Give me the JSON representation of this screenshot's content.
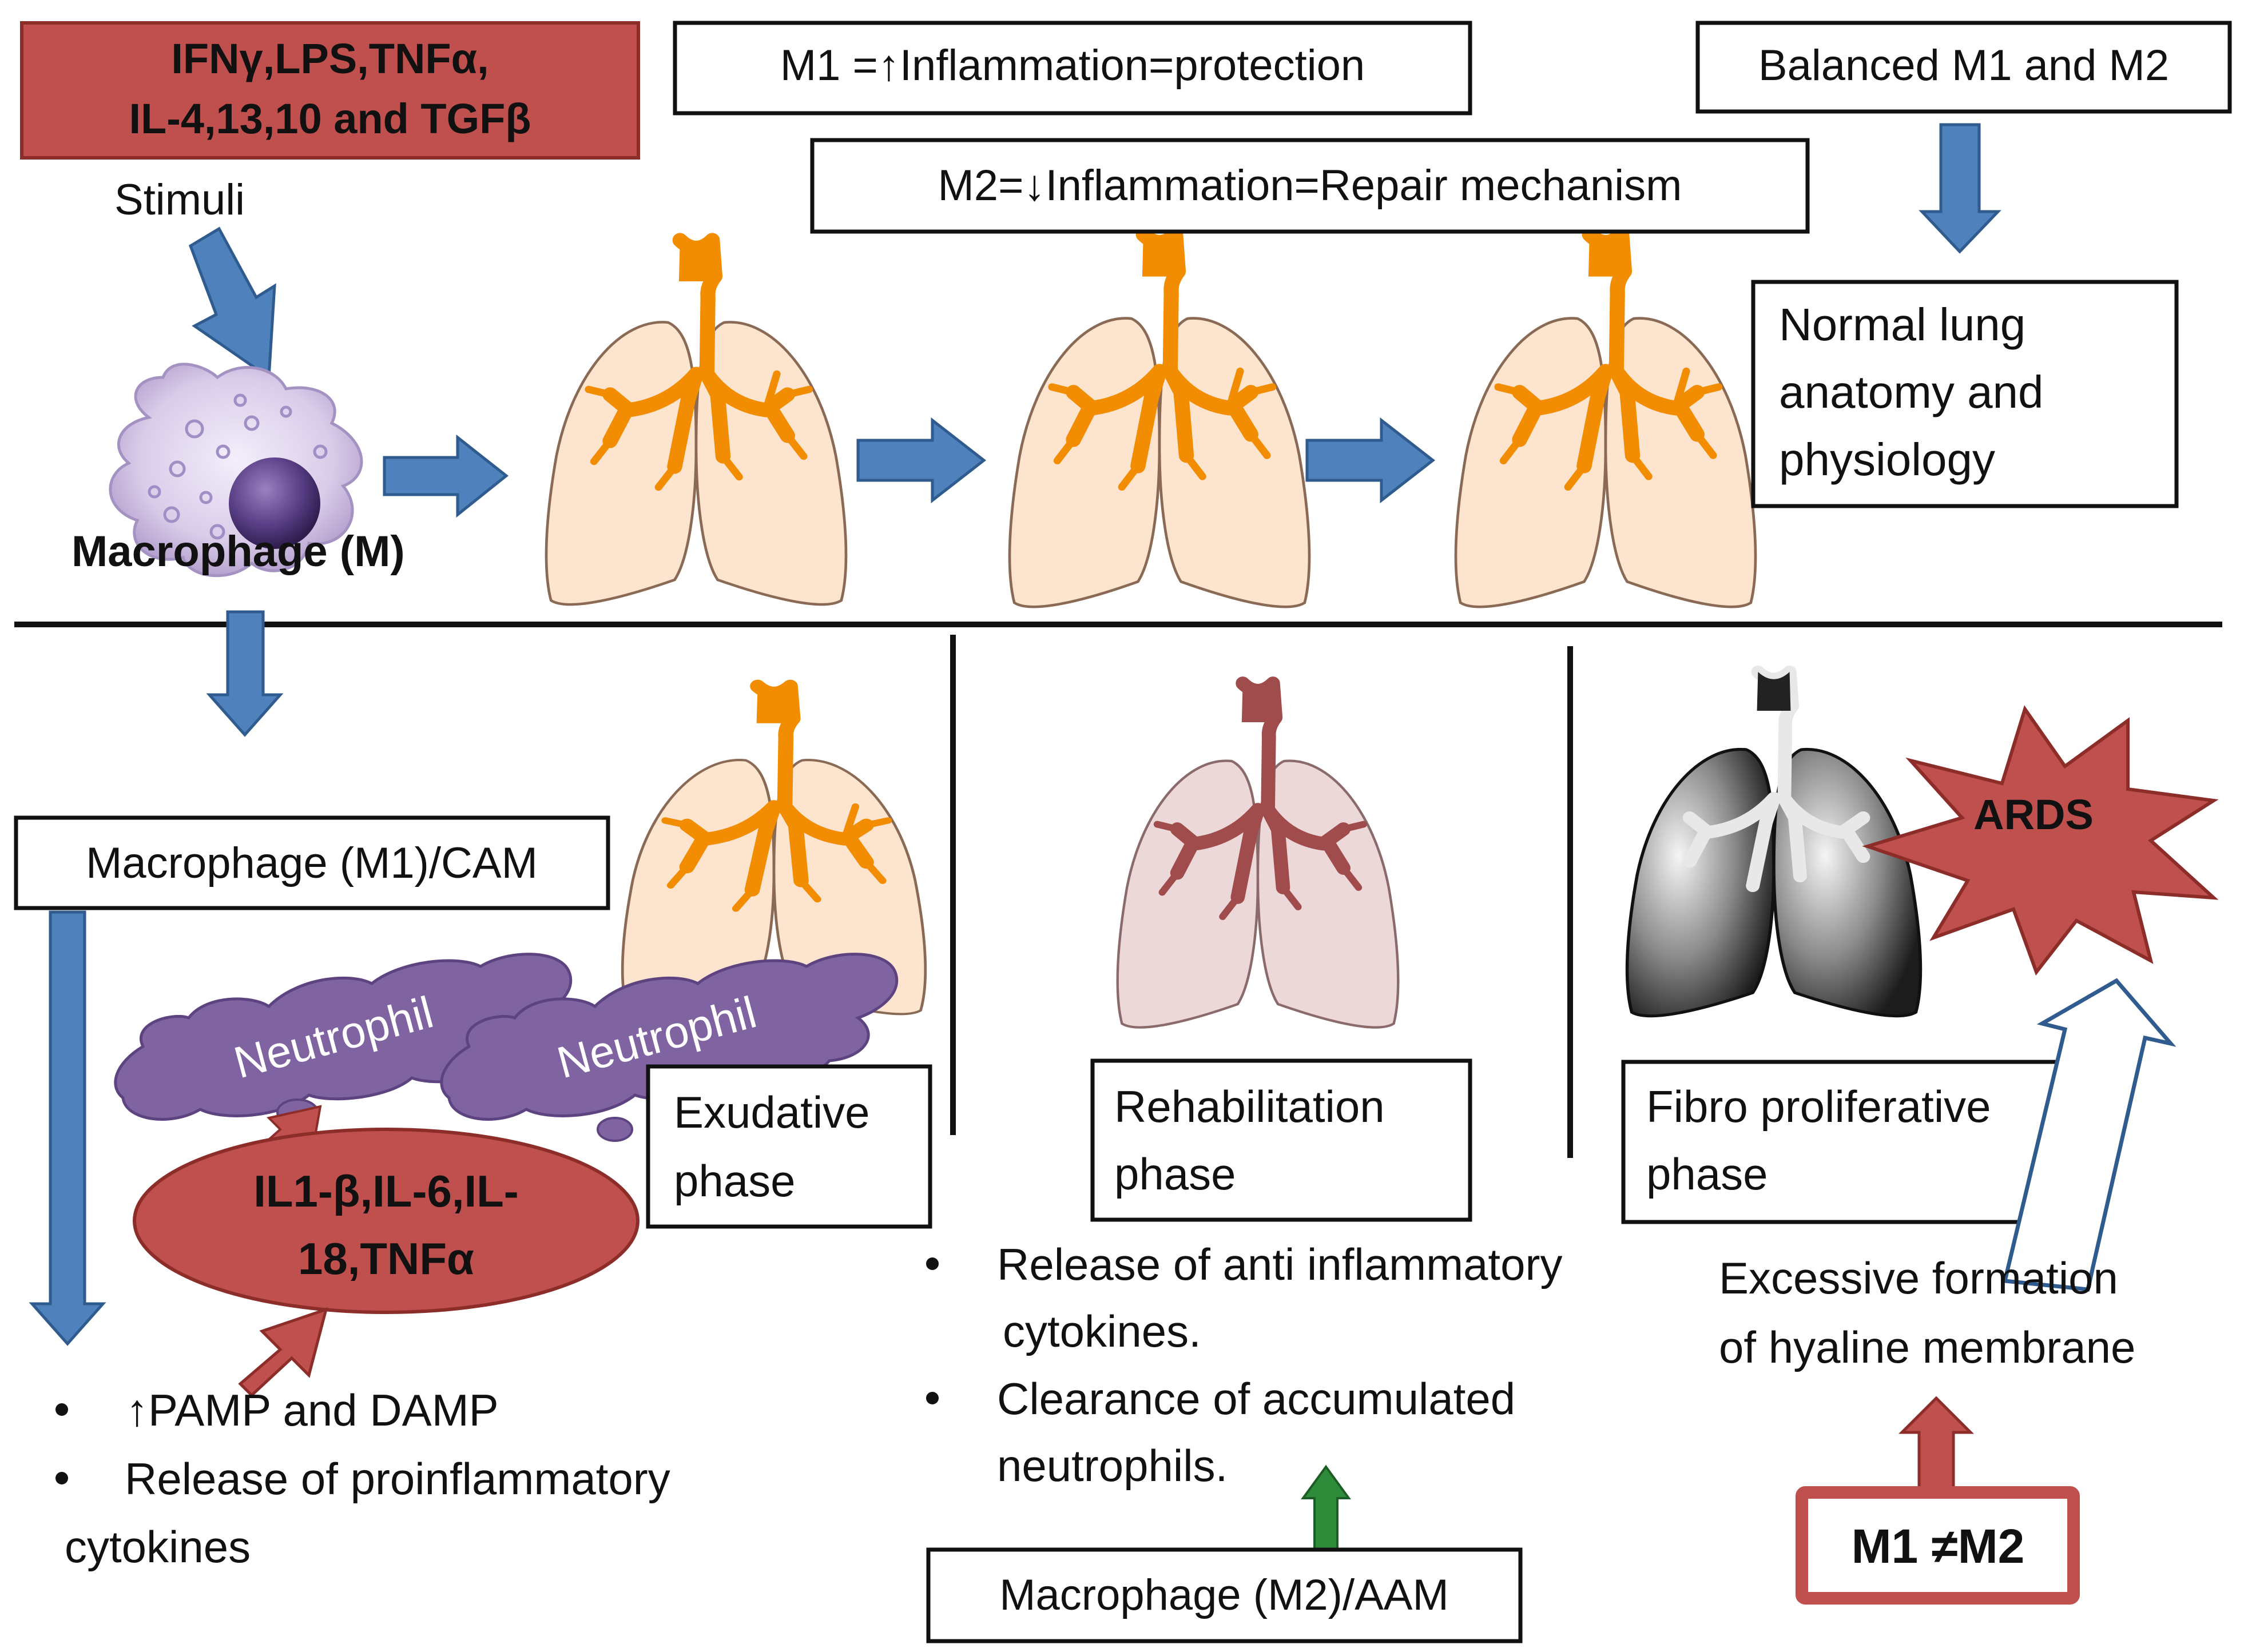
{
  "stimuli": {
    "box_line1": "IFNγ,LPS,TNFα,",
    "box_line2": "IL-4,13,10 and TGFβ",
    "label": "Stimuli"
  },
  "macrophage_label": "Macrophage (M)",
  "m1_box": "M1 =↑Inflammation=protection",
  "m2_box": "M2=↓Inflammation=Repair mechanism",
  "balanced_box": "Balanced M1 and M2",
  "normal_lung_box": {
    "line1": "Normal lung",
    "line2": "anatomy and",
    "line3": "physiology"
  },
  "m1_cam_box": "Macrophage (M1)/CAM",
  "neutrophil_labels": [
    "Neutrophil",
    "Neutrophil"
  ],
  "cytokine_ellipse": {
    "line1": "IL1-β,IL-6,IL-",
    "line2": "18,TNFα"
  },
  "exudative_box": {
    "line1": "Exudative",
    "line2": "phase"
  },
  "left_bullets": {
    "item1": "↑PAMP and DAMP",
    "item2_line1": "Release of proinflammatory",
    "item2_line2": "cytokines"
  },
  "rehab_box": {
    "line1": "Rehabilitation",
    "line2": "phase"
  },
  "middle_bullets": {
    "item1_line1": "Release of anti inflammatory",
    "item1_line2": "cytokines.",
    "item2_line1": "Clearance of accumulated",
    "item2_line2": "neutrophils."
  },
  "m2_aam_box": "Macrophage (M2)/AAM",
  "fibro_box": {
    "line1": "Fibro proliferative",
    "line2": "phase"
  },
  "ards_label": "ARDS",
  "hyaline_text": {
    "line1": "Excessive formation",
    "line2": "of hyaline membrane"
  },
  "imbalance_box": "M1 ≠M2",
  "colors": {
    "stimuli_red": "#c0504d",
    "arrow_blue": "#4f81bd",
    "arrow_red": "#c0504d",
    "arrow_green": "#2e8b3a",
    "neutrophil_purple": "#8064a2",
    "lung_peach": "#fce4cf",
    "airway_orange": "#f28c00",
    "airway_maroon": "#a04c4c",
    "lung_pink": "#ecd8d8"
  }
}
